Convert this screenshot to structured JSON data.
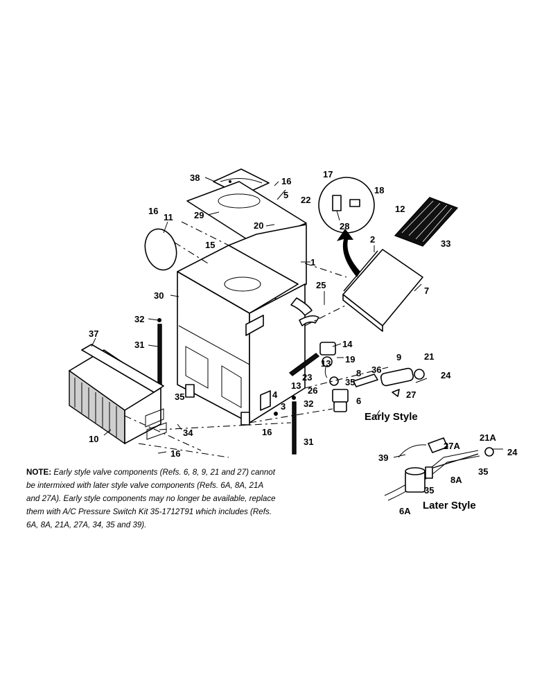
{
  "callouts": {
    "c38": "38",
    "c16a": "16",
    "c5": "5",
    "c29": "29",
    "c20": "20",
    "c1": "1",
    "c16b": "16",
    "c11": "11",
    "c15": "15",
    "c30": "30",
    "c32a": "32",
    "c31a": "31",
    "c37": "37",
    "c10": "10",
    "c35a": "35",
    "c34": "34",
    "c16c": "16",
    "c17": "17",
    "c22": "22",
    "c18": "18",
    "c28": "28",
    "c12": "12",
    "c33": "33",
    "c2": "2",
    "c7": "7",
    "c25": "25",
    "c14": "14",
    "c13a": "13",
    "c19": "19",
    "c23": "23",
    "c13b": "13",
    "c26": "26",
    "c8": "8",
    "c35b": "35",
    "c36": "36",
    "c9": "9",
    "c21": "21",
    "c24a": "24",
    "c6": "6",
    "c27": "27",
    "c4": "4",
    "c3": "3",
    "c32b": "32",
    "c16d": "16",
    "c31b": "31",
    "c27a": "27A",
    "c21a": "21A",
    "c24b": "24",
    "c39": "39",
    "c8a": "8A",
    "c35c": "35",
    "c35d": "35",
    "c6a": "6A"
  },
  "labels": {
    "early_style": "Early Style",
    "later_style": "Later Style"
  },
  "note": {
    "label": "NOTE:",
    "text": "Early style valve components (Refs. 6, 8, 9, 21 and 27) cannot be intermixed with later style valve components (Refs. 6A, 8A, 21A and 27A). Early style components may no longer be available, replace them with A/C Pressure Switch Kit 35-1712T91 which includes (Refs. 6A, 8A, 21A, 27A, 34, 35 and 39)."
  }
}
